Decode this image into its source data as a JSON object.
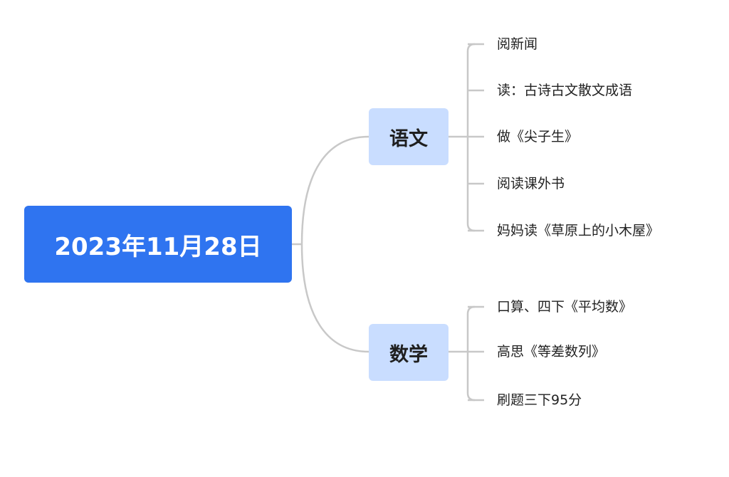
{
  "root": {
    "label": "2023年11月28日",
    "color": "#2f74f0"
  },
  "branches": [
    {
      "label": "语文",
      "items": [
        "阅新闻",
        "读：古诗古文散文成语",
        "做《尖子生》",
        "阅读课外书",
        "妈妈读《草原上的小木屋》"
      ]
    },
    {
      "label": "数学",
      "items": [
        "口算、四下《平均数》",
        "高思《等差数列》",
        "刷题三下95分"
      ]
    }
  ],
  "colors": {
    "branch_fill": "#c9ddff",
    "connector": "#c8c8c8"
  }
}
